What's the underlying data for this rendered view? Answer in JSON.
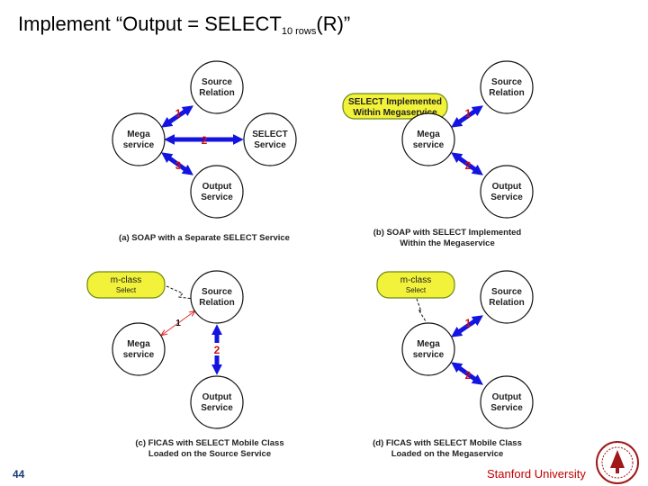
{
  "title": {
    "main": "Implement “Output = SELECT",
    "sub": "10 rows",
    "tail": "(R)”"
  },
  "nodes": {
    "source_line1": "Source",
    "source_line2": "Relation",
    "mega_line1": "Mega",
    "mega_line2": "service",
    "select_line1": "SELECT",
    "select_line2": "Service",
    "output_line1": "Output",
    "output_line2": "Service"
  },
  "labels": {
    "n1": "1",
    "n2": "2",
    "n3": "3"
  },
  "panel_b": {
    "box_line1": "SELECT Implemented",
    "box_line2": "Within Megaservice"
  },
  "mclass": {
    "line1": "m-class",
    "line2": "Select"
  },
  "captions": {
    "a": "(a) SOAP with a Separate SELECT Service",
    "b1": "(b) SOAP with SELECT Implemented",
    "b2": "Within the Megaservice",
    "c1": "(c) FICAS with SELECT Mobile Class",
    "c2": "Loaded on the Source Service",
    "d1": "(d) FICAS with SELECT Mobile Class",
    "d2": "Loaded on the Megaservice"
  },
  "footer": {
    "page": "44",
    "university": "Stanford University"
  },
  "colors": {
    "arrow": "#1414e0",
    "number": "#d01010",
    "pill": "#f2f23a",
    "university": "#c00000"
  }
}
